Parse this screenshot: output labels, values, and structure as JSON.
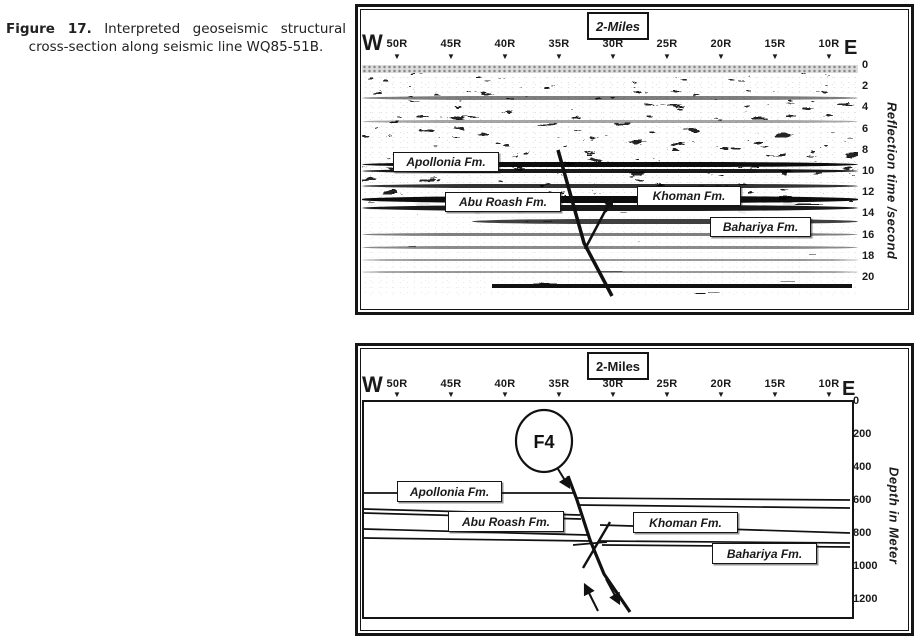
{
  "caption": {
    "figure_label": "Figure 17.",
    "text": "Interpreted geoseismic structural cross-section along seismic line WQ85-51B."
  },
  "icons": {
    "triangle_down": "▼"
  },
  "colors": {
    "ink": "#1a1a1a",
    "paper": "#ffffff"
  },
  "seismic_panel": {
    "scale_label": "2-Miles",
    "west": "W",
    "east": "E",
    "stations": [
      "50R",
      "45R",
      "40R",
      "35R",
      "30R",
      "25R",
      "20R",
      "15R",
      "10R"
    ],
    "axis_title": "Reflection time /second",
    "axis_ticks": [
      "0",
      "2",
      "4",
      "6",
      "8",
      "10",
      "12",
      "14",
      "16",
      "18",
      "20"
    ],
    "formations": {
      "apollonia": "Apollonia Fm.",
      "abu_roash": "Abu Roash Fm.",
      "khoman": "Khoman Fm.",
      "bahariya": "Bahariya Fm."
    }
  },
  "depth_panel": {
    "scale_label": "2-Miles",
    "west": "W",
    "east": "E",
    "stations": [
      "50R",
      "45R",
      "40R",
      "35R",
      "30R",
      "25R",
      "20R",
      "15R",
      "10R"
    ],
    "axis_title": "Depth in Meter",
    "axis_ticks": [
      "0",
      "200",
      "400",
      "600",
      "800",
      "1000",
      "1200"
    ],
    "fault_label": "F4",
    "formations": {
      "apollonia": "Apollonia Fm.",
      "abu_roash": "Abu Roash Fm.",
      "khoman": "Khoman Fm.",
      "bahariya": "Bahariya Fm."
    }
  }
}
